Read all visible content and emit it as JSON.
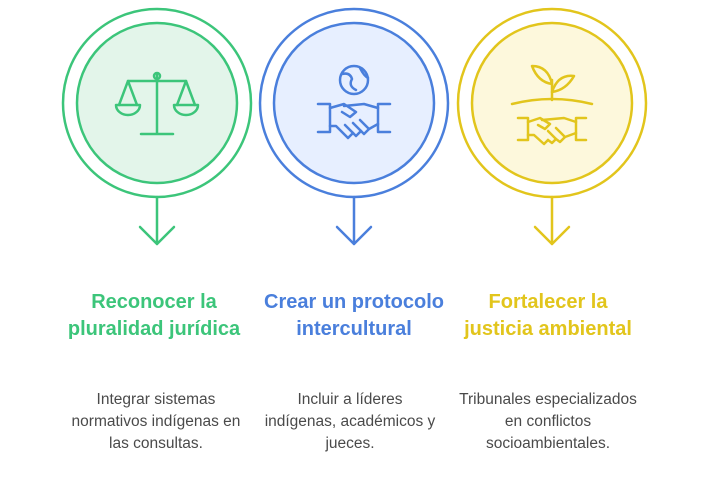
{
  "colors": {
    "green": "#3cc57a",
    "blue": "#4a7fdc",
    "yellow": "#e2c51c",
    "green_fill": "#e3f5ea",
    "blue_fill": "#e7efff",
    "yellow_fill": "#fdf8dc"
  },
  "steps": [
    {
      "icon": "scales-of-justice-icon",
      "title": "Reconocer la pluralidad jurídica",
      "description": "Integrar sistemas normativos indígenas en las consultas."
    },
    {
      "icon": "globe-handshake-icon",
      "title": "Crear un protocolo intercultural",
      "description": "Incluir a líderes indígenas, académicos y jueces."
    },
    {
      "icon": "plant-handshake-icon",
      "title": "Fortalecer la justicia ambiental",
      "description": "Tribunales especializados en conflictos socioambientales."
    }
  ]
}
